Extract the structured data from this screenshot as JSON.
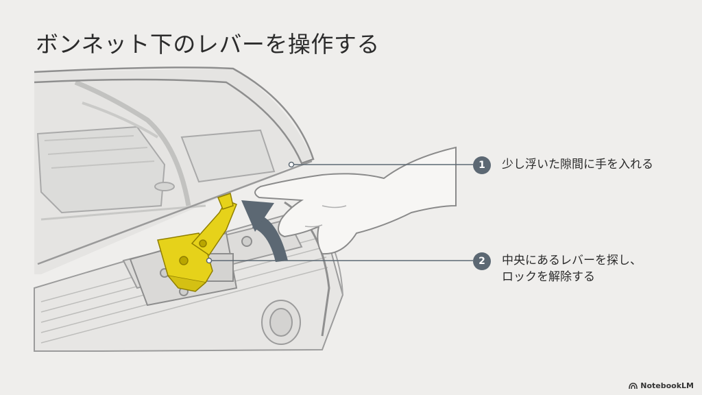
{
  "title": "ボンネット下のレバーを操作する",
  "steps": [
    {
      "number": "1",
      "lines": [
        "少し浮いた隙間に手を入れる"
      ]
    },
    {
      "number": "2",
      "lines": [
        "中央にあるレバーを探し、",
        "ロックを解除する"
      ]
    }
  ],
  "illustration": {
    "subject": "car-hood-latch",
    "colors": {
      "lever": "#e6d21a",
      "arrow": "#5c6873",
      "leader": "#5c6873",
      "line": "#9a9a9a"
    }
  },
  "brand": {
    "label": "NotebookLM",
    "icon": "notebooklm-icon"
  }
}
